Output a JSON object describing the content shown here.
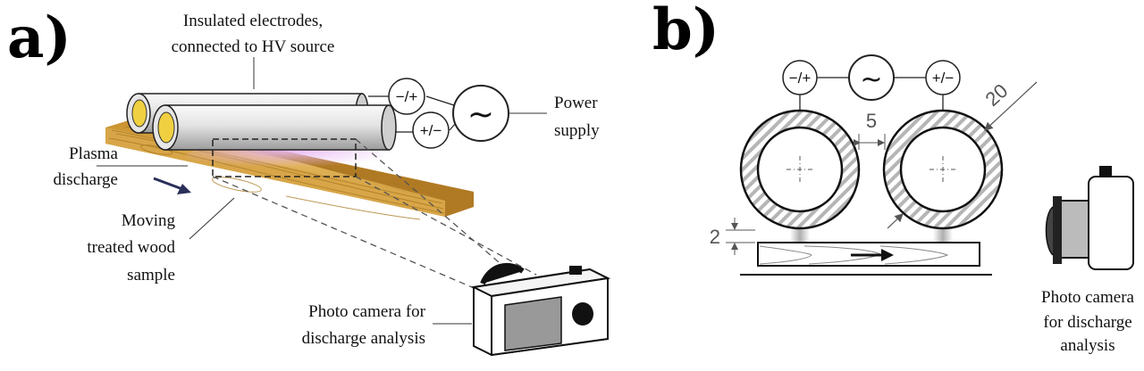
{
  "panel_a": {
    "label": "a)",
    "electrodes_label_line1": "Insulated electrodes,",
    "electrodes_label_line2": "connected to HV source",
    "polarity_top": "−/+",
    "polarity_bottom": "+/−",
    "power_label_line1": "Power",
    "power_label_line2": "supply",
    "power_symbol": "~",
    "plasma_label_line1": "Plasma",
    "plasma_label_line2": "discharge",
    "sample_label_line1": "Moving",
    "sample_label_line2": "treated wood",
    "sample_label_line3": "sample",
    "camera_label_line1": "Photo camera for",
    "camera_label_line2": "discharge analysis"
  },
  "panel_b": {
    "label": "b)",
    "polarity_left": "−/+",
    "polarity_right": "+/−",
    "power_symbol": "~",
    "dim_gap": "5",
    "dim_diameter": "20",
    "dim_distance": "2",
    "camera_label_line1": "Photo camera",
    "camera_label_line2": "for discharge",
    "camera_label_line3": "analysis"
  },
  "colors": {
    "wood": "#dcaa48",
    "wood_grain": "#a87820",
    "electrode": "#d8d8d8",
    "electrode_core": "#f0d040",
    "plasma": "#d9a8e8",
    "arrow": "#2a2f5a"
  }
}
